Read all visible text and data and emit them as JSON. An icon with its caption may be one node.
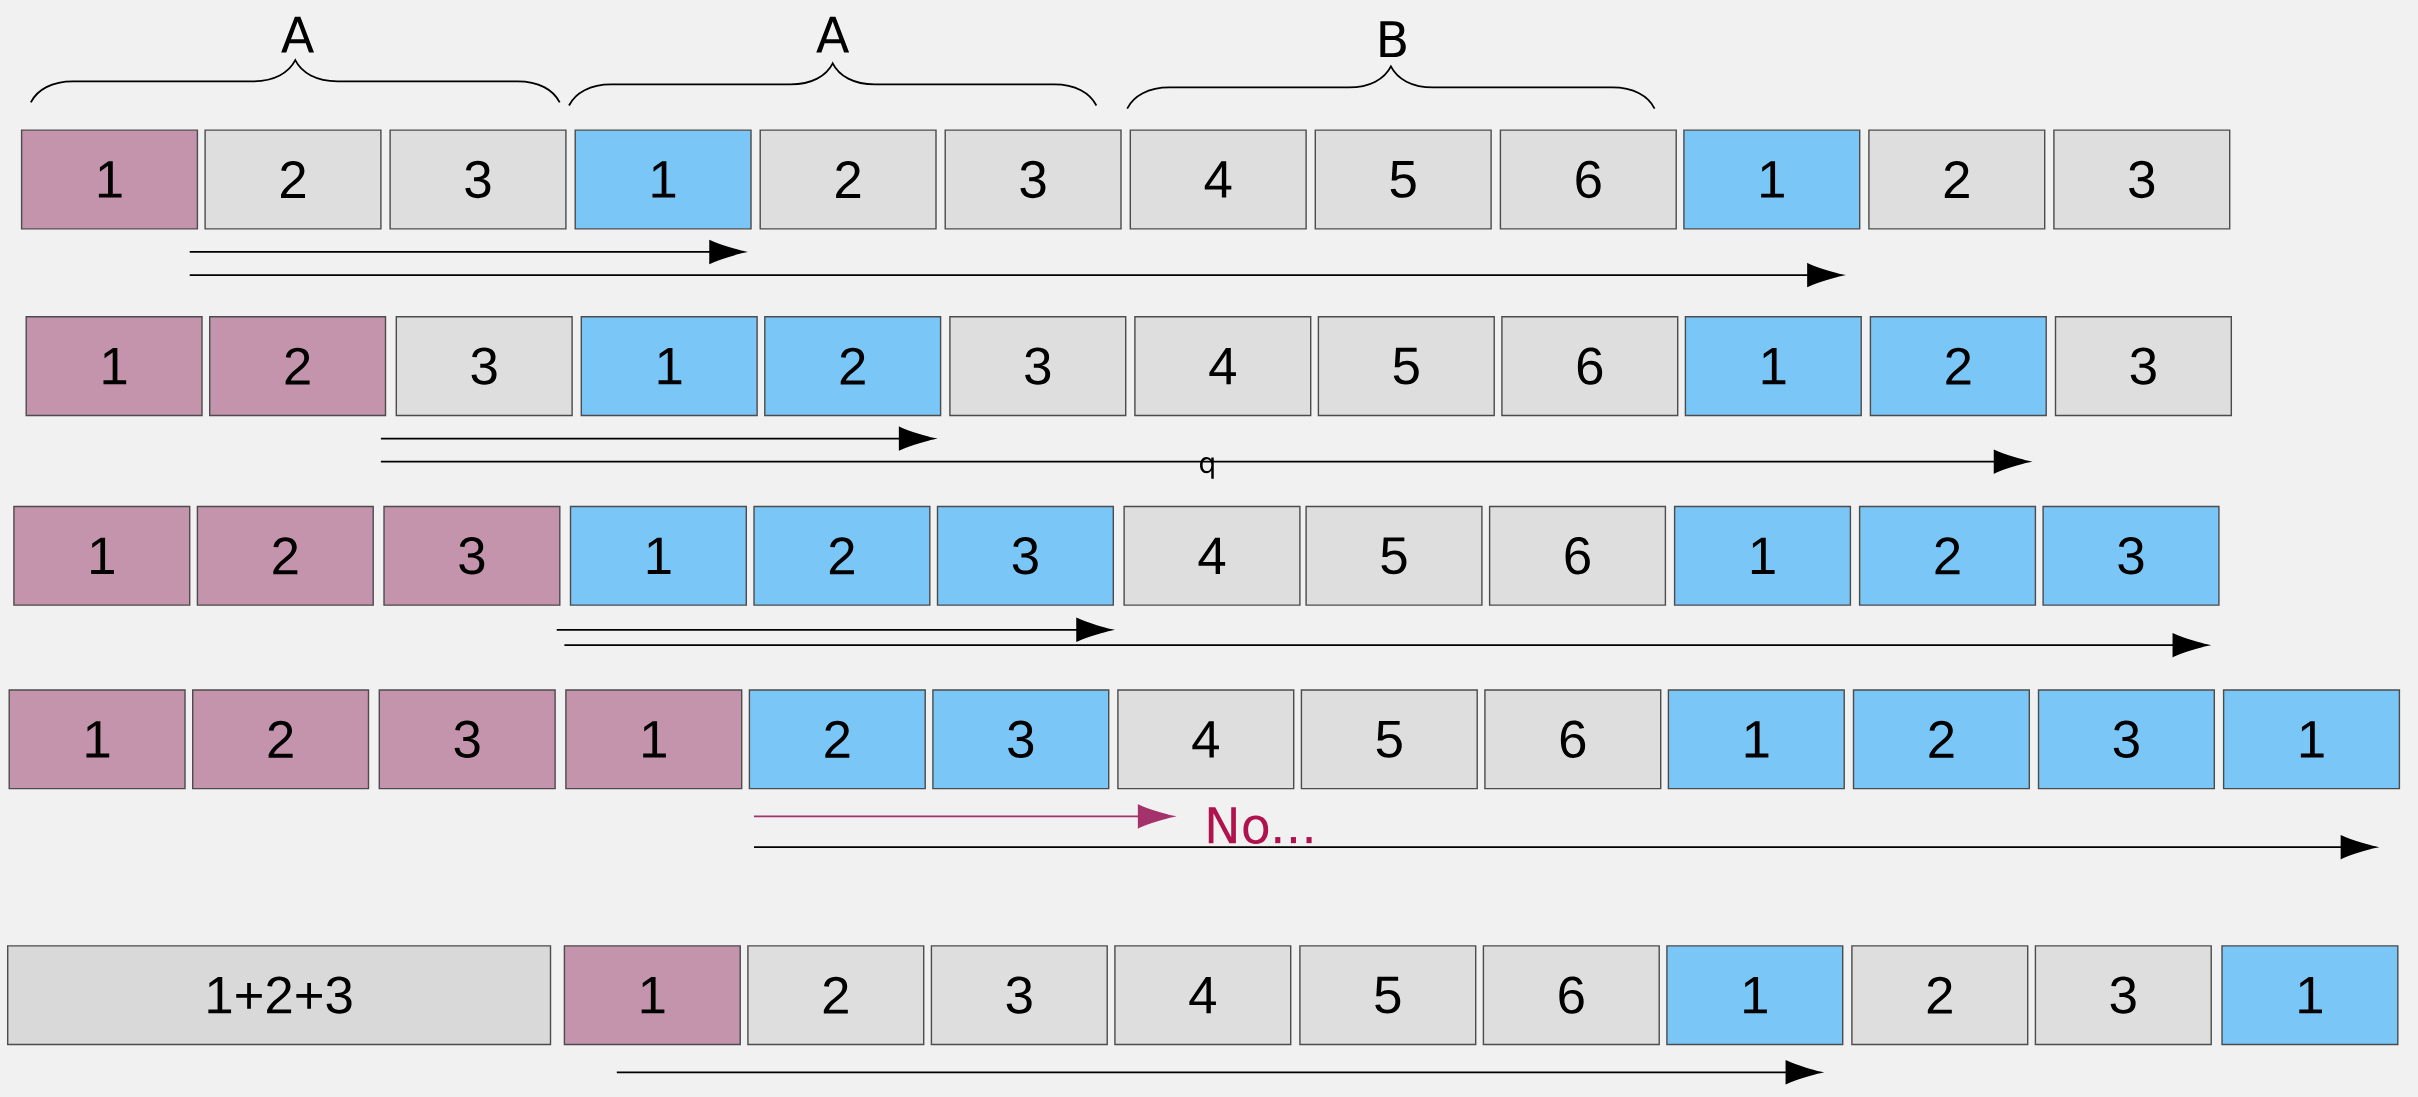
{
  "diagram": {
    "nodes": [
      {
        "text": [
          "1"
        ]
      },
      {
        "text": [
          "2"
        ]
      },
      {
        "text": [
          "3"
        ]
      },
      {
        "text": [
          "1"
        ]
      },
      {
        "text": [
          "2"
        ]
      },
      {
        "text": [
          "3"
        ]
      },
      {
        "text": [
          "4"
        ]
      },
      {
        "text": [
          "5"
        ]
      },
      {
        "text": [
          "6"
        ]
      },
      {
        "text": [
          "1"
        ]
      },
      {
        "text": [
          "2"
        ]
      },
      {
        "text": [
          "3"
        ]
      },
      {
        "text": [
          "1"
        ]
      },
      {
        "text": [
          "2"
        ]
      },
      {
        "text": [
          "3"
        ]
      },
      {
        "text": [
          "1"
        ]
      },
      {
        "text": [
          "2"
        ]
      },
      {
        "text": [
          "3"
        ]
      },
      {
        "text": [
          "4"
        ]
      },
      {
        "text": [
          "5"
        ]
      },
      {
        "text": [
          "6"
        ]
      },
      {
        "text": [
          "1"
        ]
      },
      {
        "text": [
          "2"
        ]
      },
      {
        "text": [
          "3"
        ]
      },
      {
        "text": [
          "1"
        ]
      },
      {
        "text": [
          "2"
        ]
      },
      {
        "text": [
          "3"
        ]
      },
      {
        "text": [
          "1"
        ]
      },
      {
        "text": [
          "2"
        ]
      },
      {
        "text": [
          "3"
        ]
      },
      {
        "text": [
          "4"
        ]
      },
      {
        "text": [
          "5"
        ]
      },
      {
        "text": [
          "6"
        ]
      },
      {
        "text": [
          "1"
        ]
      },
      {
        "text": [
          "2"
        ]
      },
      {
        "text": [
          "3"
        ]
      },
      {
        "text": [
          "1"
        ]
      },
      {
        "text": [
          "2"
        ]
      },
      {
        "text": [
          "3"
        ]
      },
      {
        "text": [
          "1"
        ]
      },
      {
        "text": [
          "2"
        ]
      },
      {
        "text": [
          "3"
        ]
      },
      {
        "text": [
          "4"
        ]
      },
      {
        "text": [
          "5"
        ]
      },
      {
        "text": [
          "6"
        ]
      },
      {
        "text": [
          "1"
        ]
      },
      {
        "text": [
          "2"
        ]
      },
      {
        "text": [
          "3"
        ]
      },
      {
        "text": [
          "1"
        ]
      },
      {
        "text": [
          "1+2+3"
        ]
      },
      {
        "text": [
          "1"
        ]
      },
      {
        "text": [
          "2"
        ]
      },
      {
        "text": [
          "3"
        ]
      },
      {
        "text": [
          "4"
        ]
      },
      {
        "text": [
          "5"
        ]
      },
      {
        "text": [
          "6"
        ]
      },
      {
        "text": [
          "1"
        ]
      },
      {
        "text": [
          "2"
        ]
      },
      {
        "text": [
          "3"
        ]
      },
      {
        "text": [
          "1"
        ]
      }
    ],
    "labels": [
      "A",
      "A",
      "B",
      "q",
      "No..."
    ]
  }
}
